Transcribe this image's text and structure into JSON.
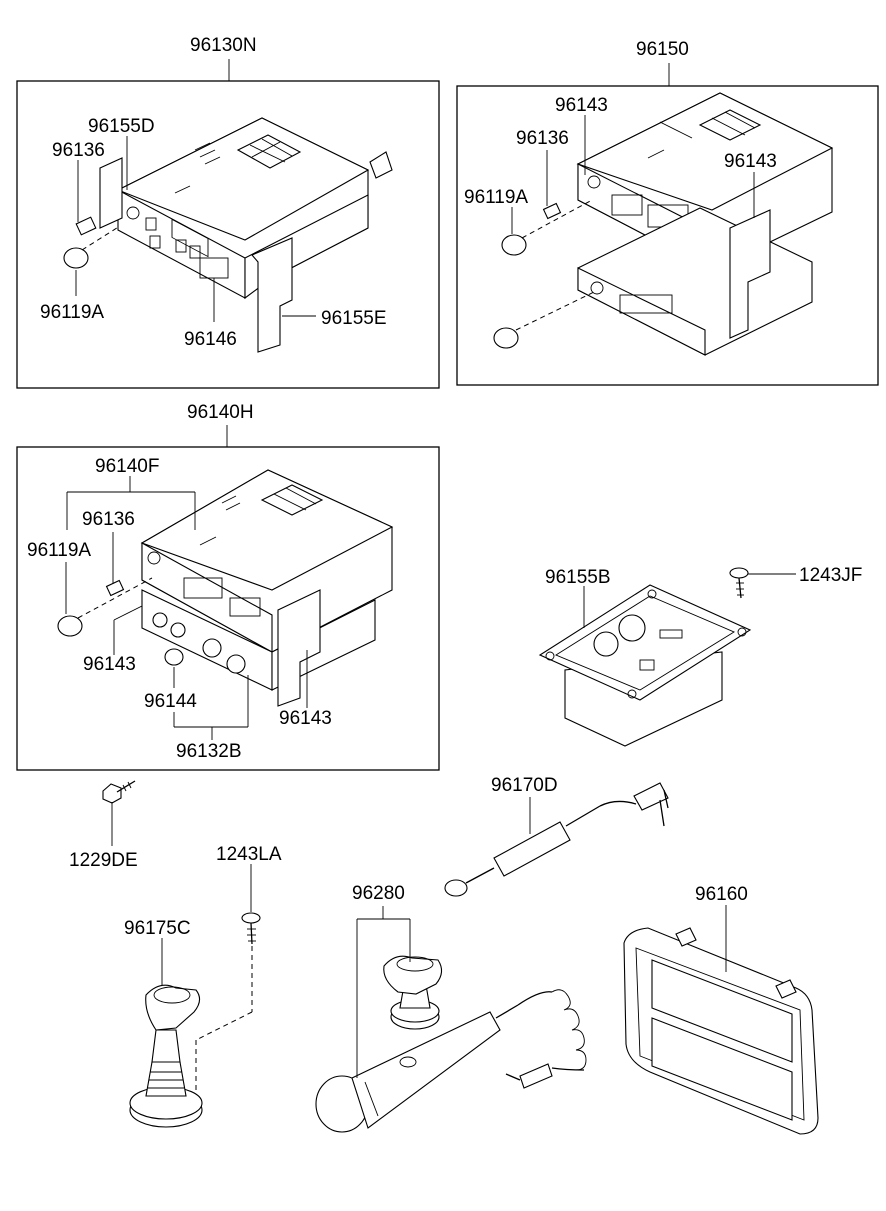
{
  "labels": {
    "l96130N": "96130N",
    "l96155D": "96155D",
    "l96136_a": "96136",
    "l96119A_a": "96119A",
    "l96146": "96146",
    "l96155E": "96155E",
    "l96150": "96150",
    "l96143_a": "96143",
    "l96136_b": "96136",
    "l96143_b": "96143",
    "l96119A_b": "96119A",
    "l96140H": "96140H",
    "l96140F": "96140F",
    "l96136_c": "96136",
    "l96119A_c": "96119A",
    "l96143_c": "96143",
    "l96144": "96144",
    "l96132B": "96132B",
    "l96143_d": "96143",
    "l96155B": "96155B",
    "l1243JF": "1243JF",
    "l96170D": "96170D",
    "l1229DE": "1229DE",
    "l1243LA": "1243LA",
    "l96280": "96280",
    "l96175C": "96175C",
    "l96160": "96160"
  }
}
